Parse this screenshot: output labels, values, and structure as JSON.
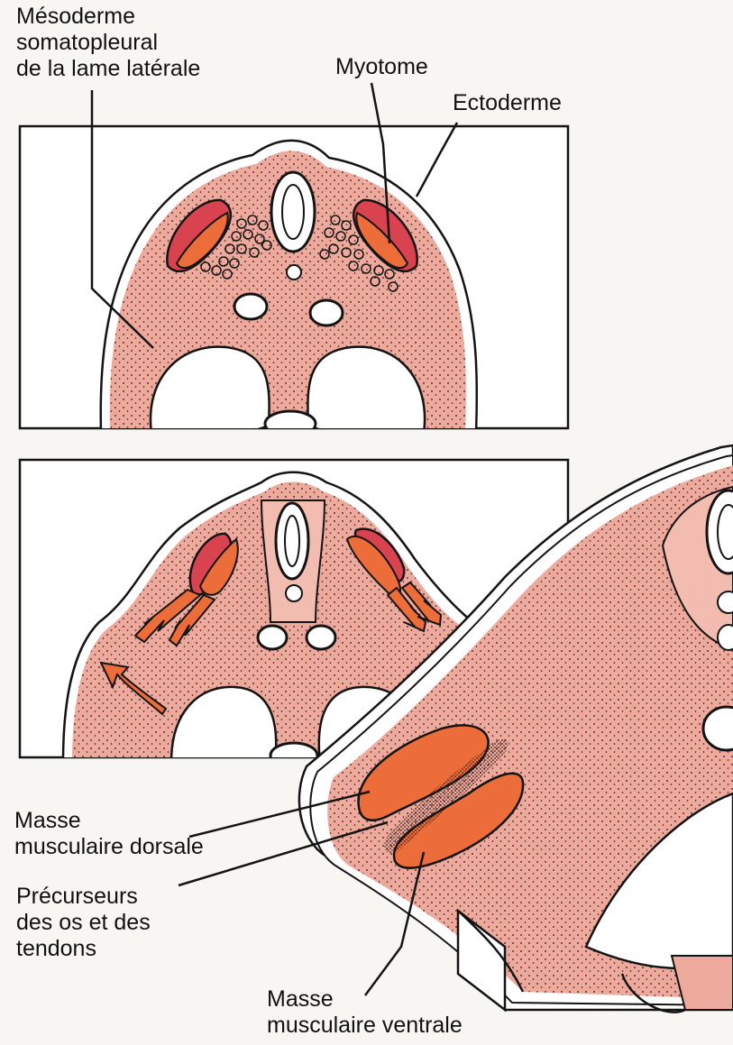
{
  "labels": {
    "mesoderm": "Mésoderme\nsomatopleural\nde la lame latérale",
    "myotome": "Myotome",
    "ectoderm": "Ectoderme",
    "dorsal_mass": "Masse\nmusculaire dorsale",
    "precursors": "Précurseurs\ndes os et des\ntendons",
    "ventral_mass": "Masse\nmusculaire ventrale"
  },
  "colors": {
    "mesenchyme": "#eda99c",
    "myotome_dark": "#d9434f",
    "muscle_orange": "#ec6d3a",
    "outline": "#141414",
    "cavity": "#ffffff",
    "background": "#f7f6f3"
  }
}
